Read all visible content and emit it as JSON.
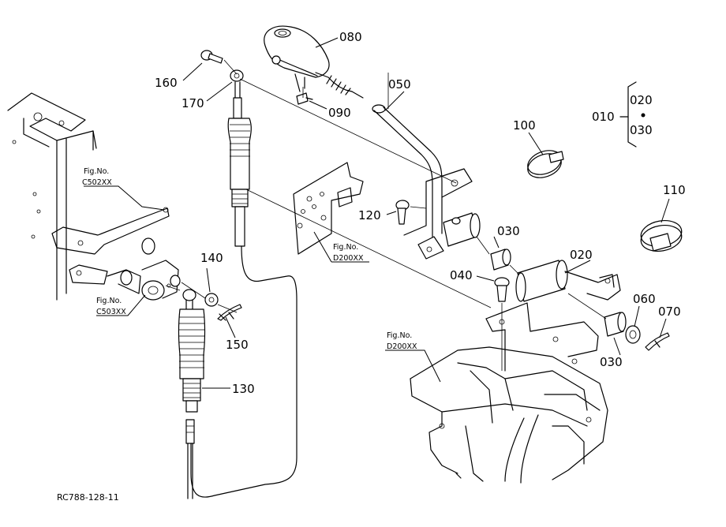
{
  "parts": {
    "p010": "010",
    "p020a": "020",
    "p030a": "030",
    "p020": "020",
    "p030": "030",
    "p030b": "030",
    "p040": "040",
    "p050": "050",
    "p060": "060",
    "p070": "070",
    "p080": "080",
    "p090": "090",
    "p100": "100",
    "p110": "110",
    "p120": "120",
    "p130": "130",
    "p140": "140",
    "p150": "150",
    "p160": "160",
    "p170": "170"
  },
  "refs": {
    "c502_label": "Fig.No.",
    "c502_code": "C502XX",
    "c503_label": "Fig.No.",
    "c503_code": "C503XX",
    "d200a_label": "Fig.No.",
    "d200a_code": "D200XX",
    "d200b_label": "Fig.No.",
    "d200b_code": "D200XX"
  },
  "drawing_code": "RC788-128-11",
  "colors": {
    "line": "#000000",
    "background": "#ffffff"
  }
}
